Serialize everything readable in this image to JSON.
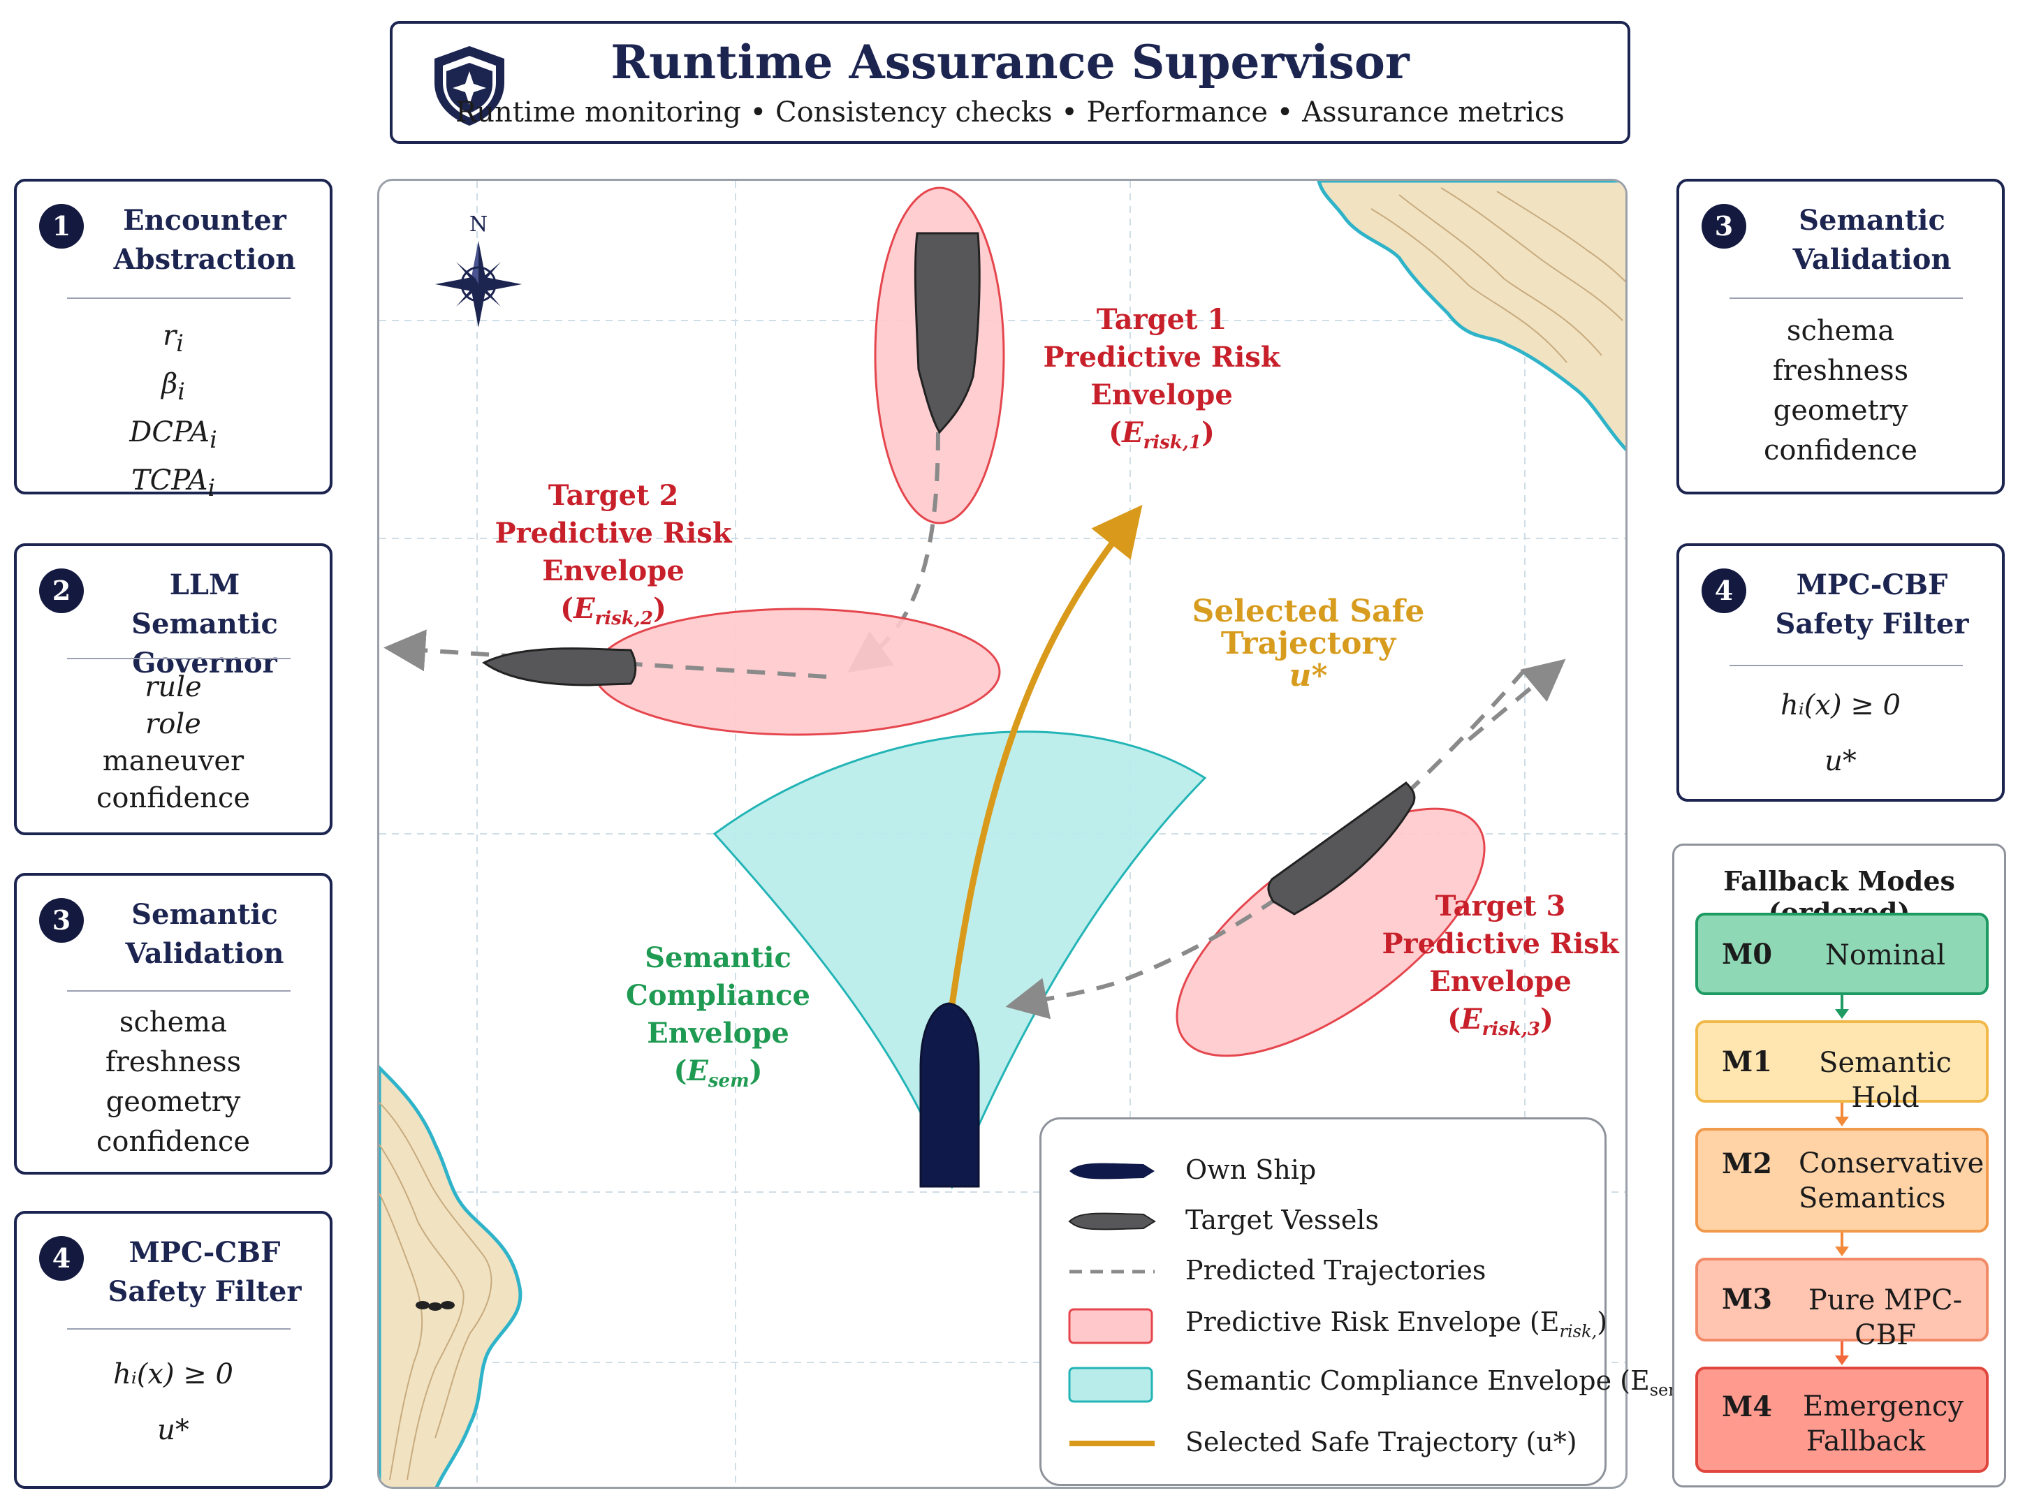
{
  "header": {
    "title": "Runtime Assurance Supervisor",
    "subtitle": "Runtime monitoring • Consistency checks • Performance • Assurance metrics"
  },
  "left_cards": [
    {
      "number": "1",
      "title_lines": [
        "Encounter",
        "Abstraction"
      ],
      "items": [
        "r_i",
        "β_i",
        "DCPA_i",
        "TCPA_i"
      ]
    },
    {
      "number": "2",
      "title_lines": [
        "LLM Semantic",
        "Governor"
      ],
      "items": [
        "rule",
        "role",
        "maneuver",
        "confidence"
      ]
    },
    {
      "number": "3",
      "title_lines": [
        "Semantic",
        "Validation"
      ],
      "items": [
        "schema",
        "freshness",
        "geometry",
        "confidence"
      ]
    },
    {
      "number": "4",
      "title_lines": [
        "MPC-CBF",
        "Safety Filter"
      ],
      "items": [
        "hᵢ(x) ≥ 0",
        "u*"
      ]
    }
  ],
  "right_cards": [
    {
      "number": "3",
      "title_lines": [
        "Semantic",
        "Validation"
      ],
      "items": [
        "schema",
        "freshness",
        "geometry",
        "confidence"
      ]
    },
    {
      "number": "4",
      "title_lines": [
        "MPC-CBF",
        "Safety Filter"
      ],
      "items": [
        "hᵢ(x) ≥ 0",
        "u*"
      ]
    }
  ],
  "map": {
    "compass_label": "N",
    "target1": {
      "lines": [
        "Target 1",
        "Predictive Risk"
      ],
      "envelope": "Envelope (",
      "symbol": "E",
      "sub": "risk,1",
      "close": ")"
    },
    "target2": {
      "lines": [
        "Target 2",
        "Predictive Risk"
      ],
      "envelope": "Envelope (",
      "symbol": "E",
      "sub": "risk,2",
      "close": ")"
    },
    "target3": {
      "lines": [
        "Target 3",
        "Predictive Risk"
      ],
      "envelope": "Envelope (",
      "symbol": "E",
      "sub": "risk,3",
      "close": ")"
    },
    "semantic": {
      "lines": [
        "Semantic",
        "Compliance",
        "Envelope"
      ],
      "symbol": "E",
      "sub": "sem"
    },
    "safe": {
      "lines": [
        "Selected Safe",
        "Trajectory"
      ],
      "symbol": "u*"
    }
  },
  "legend": [
    {
      "label": "Own Ship"
    },
    {
      "label": "Target Vessels"
    },
    {
      "label": "Predicted Trajectories"
    },
    {
      "label": "Predictive Risk Envelope (E",
      "sub": "risk,",
      "close": ")"
    },
    {
      "label": "Semantic Compliance Envelope (E",
      "sub": "sem",
      "close": ")"
    },
    {
      "label": "Selected Safe Trajectory (u*)"
    }
  ],
  "fallback": {
    "title": "Fallback Modes (ordered)",
    "modes": [
      {
        "code": "M0",
        "name": "Nominal",
        "fill": "#8fd8b5",
        "border": "#1e9a63"
      },
      {
        "code": "M1",
        "name": "Semantic Hold",
        "fill": "#ffe6b0",
        "border": "#f0b94a"
      },
      {
        "code": "M2",
        "name": "Conservative Semantics",
        "fill": "#ffd3a6",
        "border": "#f29a4c"
      },
      {
        "code": "M3",
        "name": "Pure MPC-CBF",
        "fill": "#ffc5b0",
        "border": "#f28a68"
      },
      {
        "code": "M4",
        "name": "Emergency Fallback",
        "fill": "#ff9a8f",
        "border": "#e0463d"
      }
    ]
  },
  "colors": {
    "navy": "#1c2450",
    "risk_fill": "#ffc9cc",
    "risk_stroke": "#e5464d",
    "sem_fill": "#b7ecea",
    "sem_stroke": "#23b4b6",
    "trajectory": "#d99a1b",
    "predicted": "#8a8a8a"
  }
}
